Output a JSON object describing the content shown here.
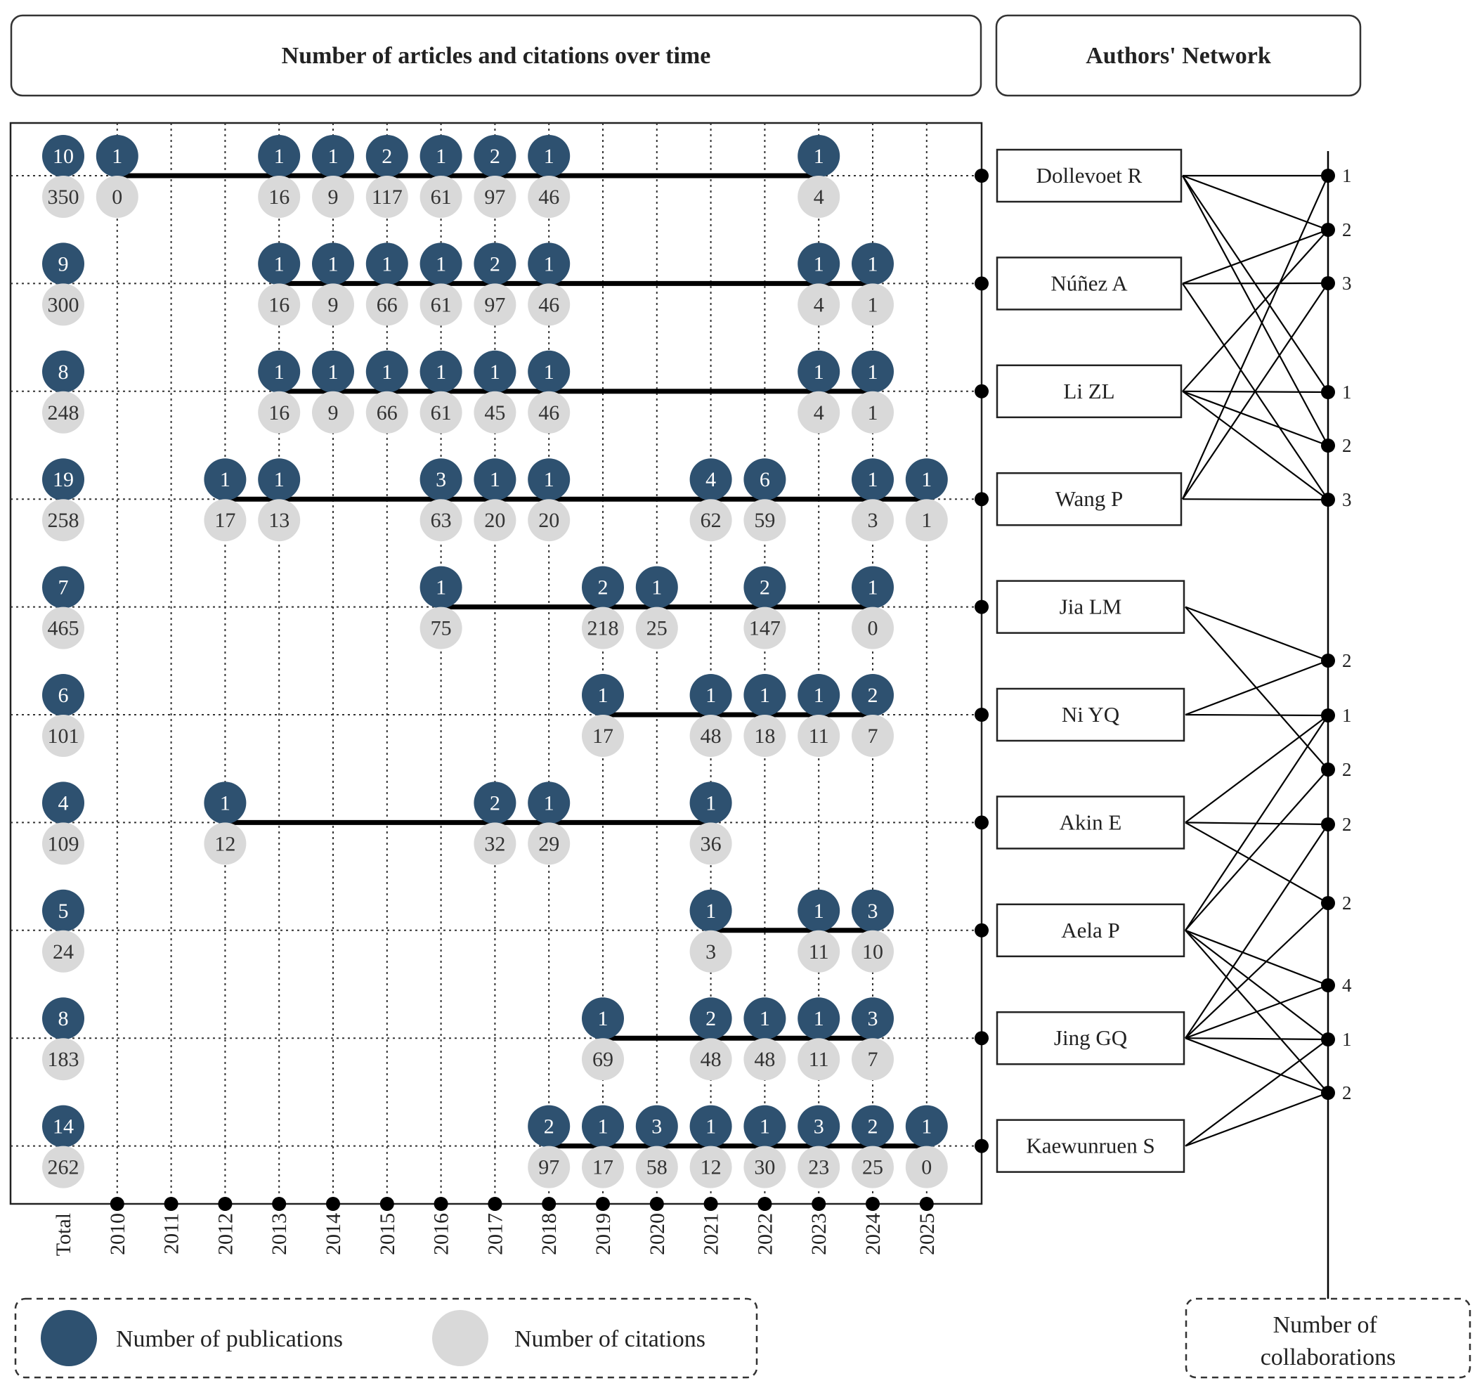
{
  "titles": {
    "timeline": "Number of articles and citations over time",
    "network": "Authors' Network"
  },
  "legend": {
    "publications": "Number of publications",
    "citations": "Number of citations",
    "collaborations": "Number of collaborations"
  },
  "colors": {
    "publications": "#2e5170",
    "citations": "#d9d9d9",
    "grid": "#333333",
    "line": "#000000"
  },
  "chart_data": {
    "type": "timeline",
    "title": "Number of articles and citations over time",
    "x_labels": [
      "Total",
      "2010",
      "2011",
      "2012",
      "2013",
      "2014",
      "2015",
      "2016",
      "2017",
      "2018",
      "2019",
      "2020",
      "2021",
      "2022",
      "2023",
      "2024",
      "2025"
    ],
    "years": [
      2010,
      2011,
      2012,
      2013,
      2014,
      2015,
      2016,
      2017,
      2018,
      2019,
      2020,
      2021,
      2022,
      2023,
      2024,
      2025
    ],
    "series": [
      {
        "name": "Dollevoet R",
        "total_publications": 10,
        "total_citations": 350,
        "entries": [
          {
            "year": 2010,
            "pubs": 1,
            "cites": 0
          },
          {
            "year": 2013,
            "pubs": 1,
            "cites": 16
          },
          {
            "year": 2014,
            "pubs": 1,
            "cites": 9
          },
          {
            "year": 2015,
            "pubs": 2,
            "cites": 117
          },
          {
            "year": 2016,
            "pubs": 1,
            "cites": 61
          },
          {
            "year": 2017,
            "pubs": 2,
            "cites": 97
          },
          {
            "year": 2018,
            "pubs": 1,
            "cites": 46
          },
          {
            "year": 2023,
            "pubs": 1,
            "cites": 4
          }
        ]
      },
      {
        "name": "Núñez A",
        "total_publications": 9,
        "total_citations": 300,
        "entries": [
          {
            "year": 2013,
            "pubs": 1,
            "cites": 16
          },
          {
            "year": 2014,
            "pubs": 1,
            "cites": 9
          },
          {
            "year": 2015,
            "pubs": 1,
            "cites": 66
          },
          {
            "year": 2016,
            "pubs": 1,
            "cites": 61
          },
          {
            "year": 2017,
            "pubs": 2,
            "cites": 97
          },
          {
            "year": 2018,
            "pubs": 1,
            "cites": 46
          },
          {
            "year": 2023,
            "pubs": 1,
            "cites": 4
          },
          {
            "year": 2024,
            "pubs": 1,
            "cites": 1
          }
        ]
      },
      {
        "name": "Li ZL",
        "total_publications": 8,
        "total_citations": 248,
        "entries": [
          {
            "year": 2013,
            "pubs": 1,
            "cites": 16
          },
          {
            "year": 2014,
            "pubs": 1,
            "cites": 9
          },
          {
            "year": 2015,
            "pubs": 1,
            "cites": 66
          },
          {
            "year": 2016,
            "pubs": 1,
            "cites": 61
          },
          {
            "year": 2017,
            "pubs": 1,
            "cites": 45
          },
          {
            "year": 2018,
            "pubs": 1,
            "cites": 46
          },
          {
            "year": 2023,
            "pubs": 1,
            "cites": 4
          },
          {
            "year": 2024,
            "pubs": 1,
            "cites": 1
          }
        ]
      },
      {
        "name": "Wang P",
        "total_publications": 19,
        "total_citations": 258,
        "entries": [
          {
            "year": 2012,
            "pubs": 1,
            "cites": 17
          },
          {
            "year": 2013,
            "pubs": 1,
            "cites": 13
          },
          {
            "year": 2016,
            "pubs": 3,
            "cites": 63
          },
          {
            "year": 2017,
            "pubs": 1,
            "cites": 20
          },
          {
            "year": 2018,
            "pubs": 1,
            "cites": 20
          },
          {
            "year": 2021,
            "pubs": 4,
            "cites": 62
          },
          {
            "year": 2022,
            "pubs": 6,
            "cites": 59
          },
          {
            "year": 2024,
            "pubs": 1,
            "cites": 3
          },
          {
            "year": 2025,
            "pubs": 1,
            "cites": 1
          }
        ]
      },
      {
        "name": "Jia LM",
        "total_publications": 7,
        "total_citations": 465,
        "entries": [
          {
            "year": 2016,
            "pubs": 1,
            "cites": 75
          },
          {
            "year": 2019,
            "pubs": 2,
            "cites": 218
          },
          {
            "year": 2020,
            "pubs": 1,
            "cites": 25
          },
          {
            "year": 2022,
            "pubs": 2,
            "cites": 147
          },
          {
            "year": 2024,
            "pubs": 1,
            "cites": 0
          }
        ]
      },
      {
        "name": "Ni YQ",
        "total_publications": 6,
        "total_citations": 101,
        "entries": [
          {
            "year": 2019,
            "pubs": 1,
            "cites": 17
          },
          {
            "year": 2021,
            "pubs": 1,
            "cites": 48
          },
          {
            "year": 2022,
            "pubs": 1,
            "cites": 18
          },
          {
            "year": 2023,
            "pubs": 1,
            "cites": 11
          },
          {
            "year": 2024,
            "pubs": 2,
            "cites": 7
          }
        ]
      },
      {
        "name": "Akin E",
        "total_publications": 4,
        "total_citations": 109,
        "entries": [
          {
            "year": 2012,
            "pubs": 1,
            "cites": 12
          },
          {
            "year": 2017,
            "pubs": 2,
            "cites": 32
          },
          {
            "year": 2018,
            "pubs": 1,
            "cites": 29
          },
          {
            "year": 2021,
            "pubs": 1,
            "cites": 36
          }
        ]
      },
      {
        "name": "Aela P",
        "total_publications": 5,
        "total_citations": 24,
        "entries": [
          {
            "year": 2021,
            "pubs": 1,
            "cites": 3
          },
          {
            "year": 2023,
            "pubs": 1,
            "cites": 11
          },
          {
            "year": 2024,
            "pubs": 3,
            "cites": 10
          }
        ]
      },
      {
        "name": "Jing GQ",
        "total_publications": 8,
        "total_citations": 183,
        "entries": [
          {
            "year": 2019,
            "pubs": 1,
            "cites": 69
          },
          {
            "year": 2021,
            "pubs": 2,
            "cites": 48
          },
          {
            "year": 2022,
            "pubs": 1,
            "cites": 48
          },
          {
            "year": 2023,
            "pubs": 1,
            "cites": 11
          },
          {
            "year": 2024,
            "pubs": 3,
            "cites": 7
          }
        ]
      },
      {
        "name": "Kaewunruen S",
        "total_publications": 14,
        "total_citations": 262,
        "entries": [
          {
            "year": 2018,
            "pubs": 2,
            "cites": 97
          },
          {
            "year": 2019,
            "pubs": 1,
            "cites": 17
          },
          {
            "year": 2020,
            "pubs": 3,
            "cites": 58
          },
          {
            "year": 2021,
            "pubs": 1,
            "cites": 12
          },
          {
            "year": 2022,
            "pubs": 1,
            "cites": 30
          },
          {
            "year": 2023,
            "pubs": 3,
            "cites": 23
          },
          {
            "year": 2024,
            "pubs": 2,
            "cites": 25
          },
          {
            "year": 2025,
            "pubs": 1,
            "cites": 0
          }
        ]
      }
    ],
    "network": {
      "title": "Authors' Network",
      "authors": [
        "Dollevoet R",
        "Núñez A",
        "Li ZL",
        "Wang P",
        "Jia LM",
        "Ni YQ",
        "Akin E",
        "Aela P",
        "Jing GQ",
        "Kaewunruen S"
      ],
      "groups": [
        {
          "authors": [
            "Dollevoet R",
            "Núñez A",
            "Li ZL",
            "Wang P"
          ],
          "nodes": [
            1,
            2,
            3,
            1,
            2,
            3
          ],
          "links": [
            [
              0,
              0
            ],
            [
              0,
              1
            ],
            [
              0,
              3
            ],
            [
              0,
              4
            ],
            [
              1,
              1
            ],
            [
              1,
              2
            ],
            [
              1,
              5
            ],
            [
              2,
              3
            ],
            [
              2,
              4
            ],
            [
              2,
              5
            ],
            [
              2,
              1
            ],
            [
              3,
              0
            ],
            [
              3,
              2
            ],
            [
              3,
              5
            ]
          ]
        },
        {
          "authors": [
            "Jia LM",
            "Ni YQ",
            "Akin E",
            "Aela P",
            "Jing GQ",
            "Kaewunruen S"
          ],
          "nodes": [
            2,
            1,
            2,
            2,
            2,
            4,
            1,
            2
          ],
          "links": [
            [
              0,
              0
            ],
            [
              0,
              2
            ],
            [
              1,
              0
            ],
            [
              1,
              1
            ],
            [
              2,
              1
            ],
            [
              2,
              3
            ],
            [
              2,
              4
            ],
            [
              3,
              1
            ],
            [
              3,
              2
            ],
            [
              3,
              5
            ],
            [
              3,
              6
            ],
            [
              4,
              3
            ],
            [
              4,
              4
            ],
            [
              4,
              5
            ],
            [
              4,
              6
            ],
            [
              5,
              6
            ],
            [
              5,
              7
            ],
            [
              3,
              7
            ],
            [
              4,
              7
            ]
          ]
        }
      ]
    }
  }
}
